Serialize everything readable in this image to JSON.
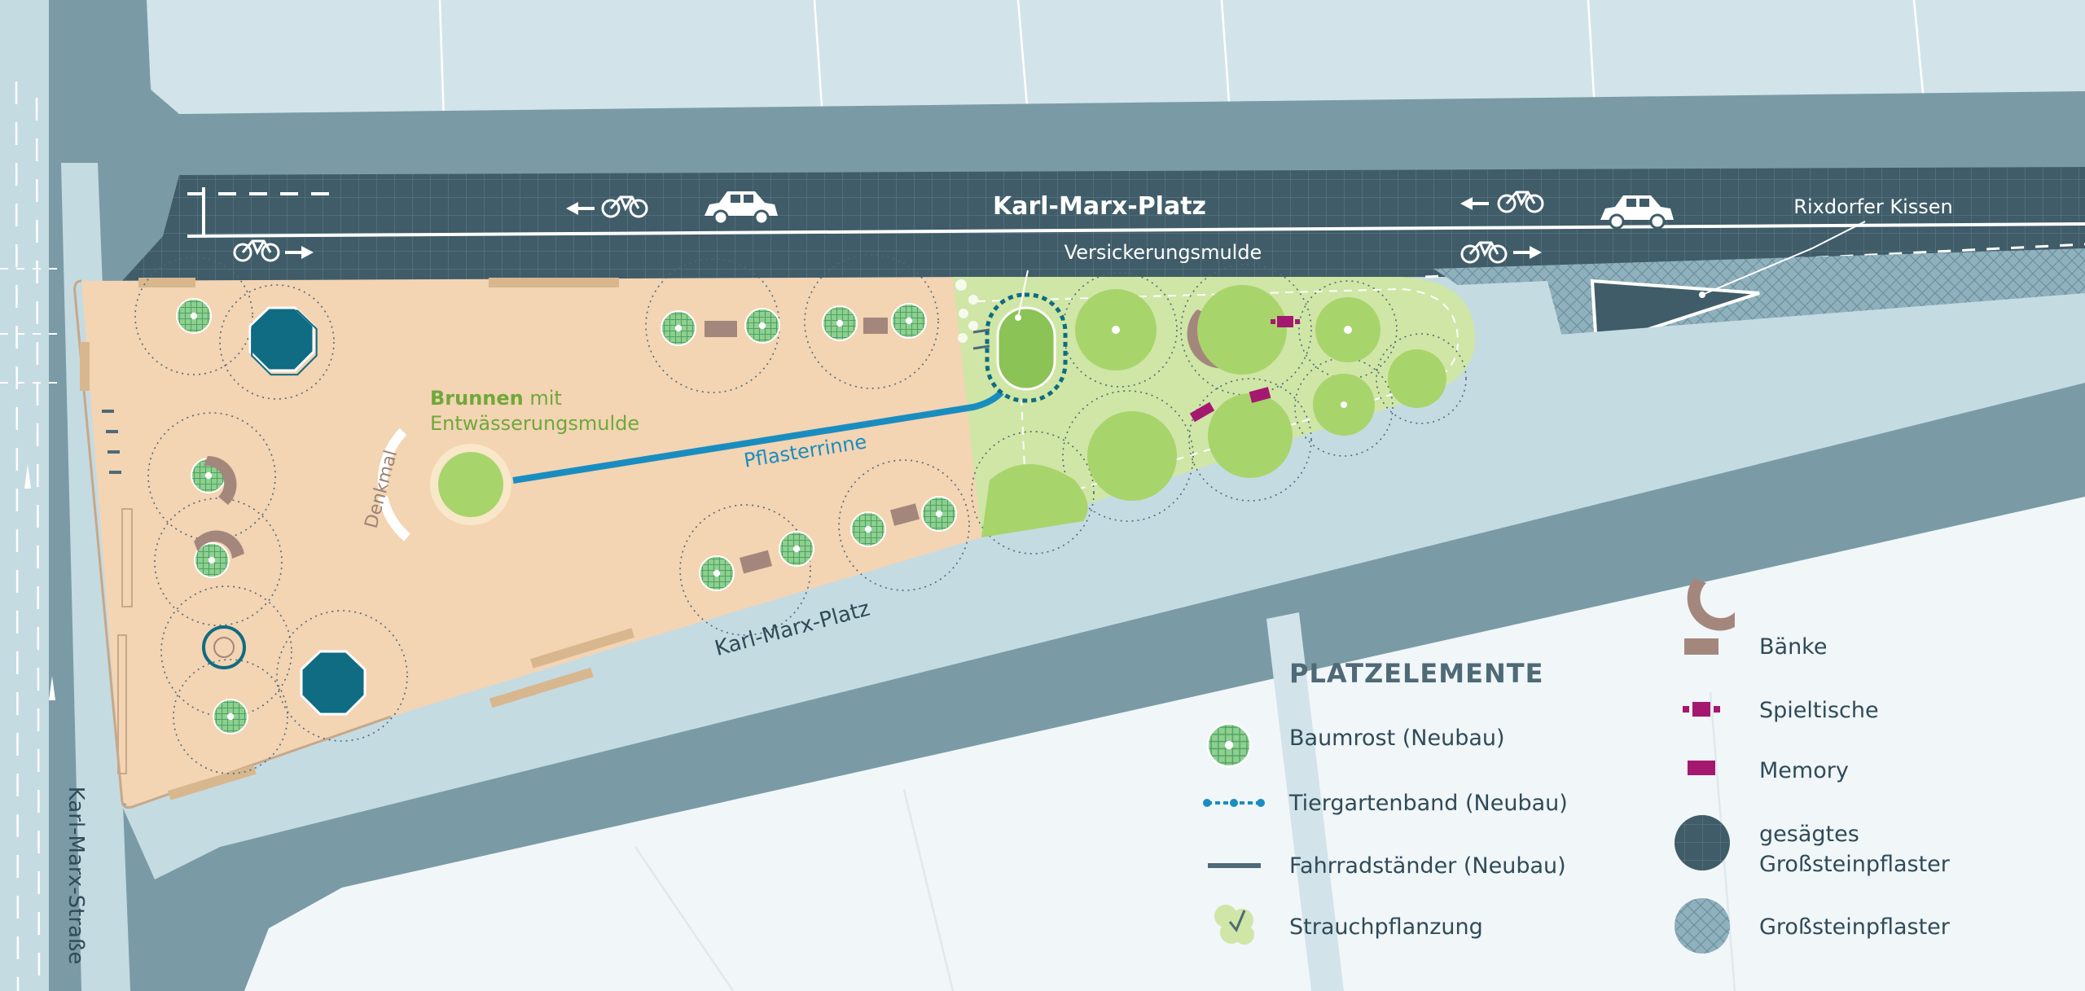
{
  "map": {
    "streets": {
      "top_road": "Karl-Marx-Platz",
      "lower_road": "Karl-Marx-Platz",
      "left_road": "Karl-Marx-Straße"
    },
    "annotations": {
      "rixdorfer": "Rixdorfer Kissen",
      "versickerung": "Versickerungsmulde",
      "brunnen_bold": "Brunnen",
      "brunnen_rest": " mit",
      "brunnen_line2": "Entwässerungsmulde",
      "pflasterrinne": "Pflasterrinne",
      "denkmal": "Denkmal"
    },
    "colors": {
      "background": "#c5dbe2",
      "road": "#7a9ba6",
      "plaza_paving": "#f3d4b3",
      "green_area": "#cfe6a6",
      "lawn": "#a8d46c",
      "cobble_dark": "#3f5c68",
      "water": "#0f6c82",
      "gutter_blue": "#1a8dc0",
      "game_table": "#a5186f",
      "bench": "#a4877c"
    }
  },
  "legend": {
    "title": "PLATZELEMENTE",
    "left_items": [
      {
        "icon": "tree-grate-icon",
        "label": "Baumrost (Neubau)"
      },
      {
        "icon": "tiergarten-band-icon",
        "label": "Tiergartenband (Neubau)"
      },
      {
        "icon": "bike-rack-icon",
        "label": "Fahrradständer (Neubau)"
      },
      {
        "icon": "shrub-icon",
        "label": "Strauchpflanzung"
      }
    ],
    "right_items": [
      {
        "icon": "bench-icon",
        "label": "Bänke"
      },
      {
        "icon": "game-table-icon",
        "label": "Spieltische"
      },
      {
        "icon": "memory-icon",
        "label": "Memory"
      },
      {
        "icon": "sawn-cobblestone-icon",
        "label": "gesägtes",
        "label2": "Großsteinpflaster"
      },
      {
        "icon": "cobblestone-icon",
        "label": "Großsteinpflaster"
      }
    ]
  }
}
